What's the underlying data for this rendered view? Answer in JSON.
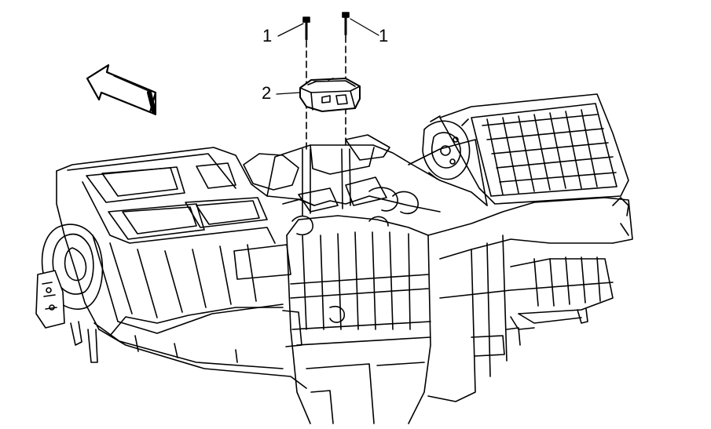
{
  "callouts": {
    "fastener_left": "1",
    "fastener_right": "1",
    "actuator": "2"
  },
  "colors": {
    "line": "#000000",
    "background": "#ffffff"
  }
}
